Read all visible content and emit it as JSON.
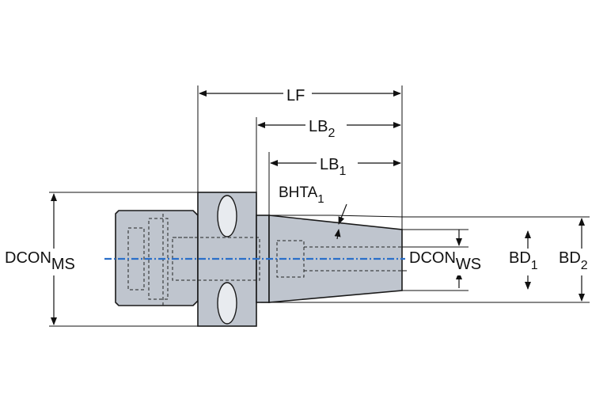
{
  "diagram": {
    "labels": {
      "lf": "LF",
      "lb2_main": "LB",
      "lb2_sub": "2",
      "lb1_main": "LB",
      "lb1_sub": "1",
      "bhta_main": "BHTA",
      "bhta_sub": "1",
      "dcon_ms_main": "DCON",
      "dcon_ms_sub": "MS",
      "dcon_ws_main": "DCON",
      "dcon_ws_sub": "WS",
      "bd1_main": "BD",
      "bd1_sub": "1",
      "bd2_main": "BD",
      "bd2_sub": "2"
    },
    "colors": {
      "body_fill": "#bfc5ce",
      "outline": "#1a1a1a",
      "centerline": "#2a6fc9",
      "dimension": "#111111"
    }
  }
}
